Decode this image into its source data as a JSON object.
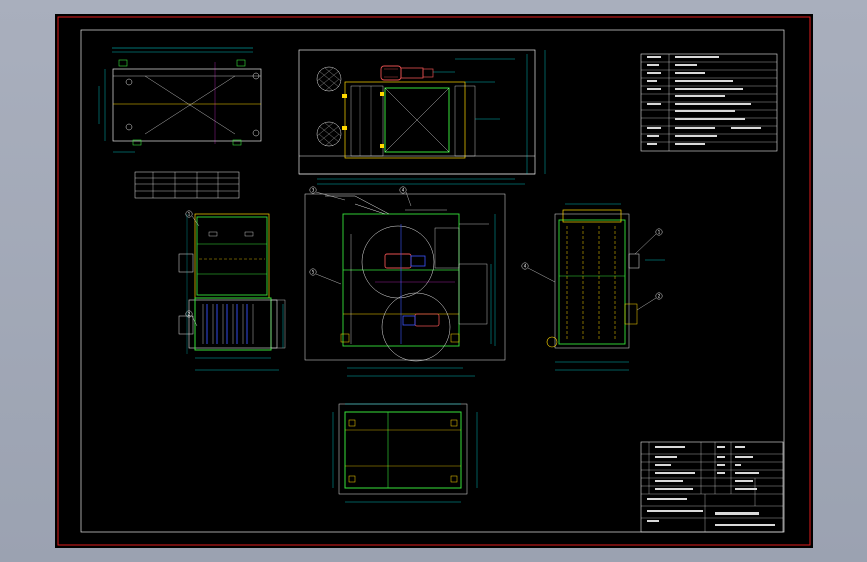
{
  "balloons": {
    "left_view": [
      "1",
      "2"
    ],
    "front_view": [
      "3",
      "4",
      "5"
    ],
    "right_view": [
      "1",
      "2",
      "4"
    ]
  },
  "colors": {
    "background": "#000000",
    "frame": "#e11b1b",
    "dimension": "#00e5e5",
    "outline": "#ffffff",
    "frame_green": "#37e23a",
    "hidden_yellow": "#ffd800",
    "motor": "#e65050",
    "motor_blue": "#3b56ff",
    "magenta": "#ff3bff",
    "viewport": "#a7adbb"
  }
}
